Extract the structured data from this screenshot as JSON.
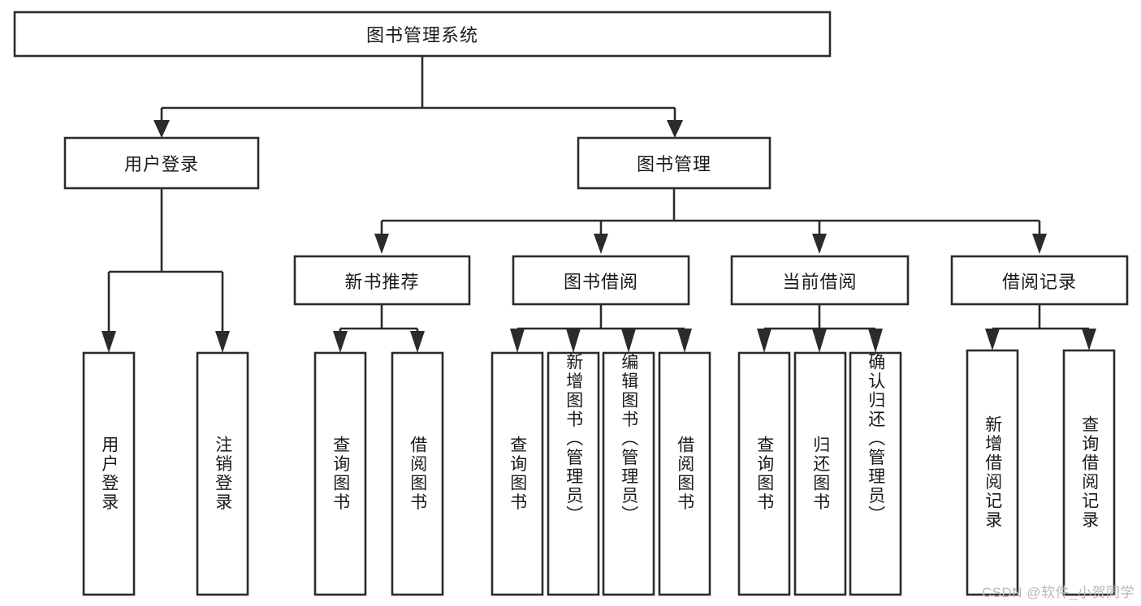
{
  "diagram": {
    "type": "tree-hierarchy",
    "title": "图书管理系统",
    "orientation": "top-down",
    "watermark": "CSDN @软件_小贺同学",
    "colors": {
      "stroke": "#2b2b2b",
      "fill": "#ffffff",
      "text": "#1a1a1a",
      "watermark": "#b8b8b8"
    },
    "levels": [
      {
        "level": 1,
        "nodes": [
          {
            "id": "root",
            "label": "图书管理系统",
            "text_orientation": "horizontal"
          }
        ]
      },
      {
        "level": 2,
        "nodes": [
          {
            "id": "login",
            "label": "用户登录",
            "text_orientation": "horizontal",
            "parent": "root"
          },
          {
            "id": "bookmgmt",
            "label": "图书管理",
            "text_orientation": "horizontal",
            "parent": "root"
          }
        ]
      },
      {
        "level": 3,
        "nodes": [
          {
            "id": "newbook",
            "label": "新书推荐",
            "text_orientation": "horizontal",
            "parent": "bookmgmt"
          },
          {
            "id": "borrow",
            "label": "图书借阅",
            "text_orientation": "horizontal",
            "parent": "bookmgmt"
          },
          {
            "id": "current",
            "label": "当前借阅",
            "text_orientation": "horizontal",
            "parent": "bookmgmt"
          },
          {
            "id": "records",
            "label": "借阅记录",
            "text_orientation": "horizontal",
            "parent": "bookmgmt"
          }
        ]
      },
      {
        "level": 4,
        "nodes": [
          {
            "id": "leaf-1",
            "label": "用户登录",
            "text_orientation": "vertical",
            "parent": "login"
          },
          {
            "id": "leaf-2",
            "label": "注销登录",
            "text_orientation": "vertical",
            "parent": "login"
          },
          {
            "id": "leaf-3",
            "label": "查询图书",
            "text_orientation": "vertical",
            "parent": "newbook"
          },
          {
            "id": "leaf-4",
            "label": "借阅图书",
            "text_orientation": "vertical",
            "parent": "newbook"
          },
          {
            "id": "leaf-5",
            "label": "查询图书",
            "text_orientation": "vertical",
            "parent": "borrow"
          },
          {
            "id": "leaf-6",
            "label": "新增图书（管理员）",
            "text_orientation": "vertical",
            "parent": "borrow"
          },
          {
            "id": "leaf-7",
            "label": "编辑图书（管理员）",
            "text_orientation": "vertical",
            "parent": "borrow"
          },
          {
            "id": "leaf-8",
            "label": "借阅图书",
            "text_orientation": "vertical",
            "parent": "borrow"
          },
          {
            "id": "leaf-9",
            "label": "查询图书",
            "text_orientation": "vertical",
            "parent": "current"
          },
          {
            "id": "leaf-10",
            "label": "归还图书",
            "text_orientation": "vertical",
            "parent": "current"
          },
          {
            "id": "leaf-11",
            "label": "确认归还（管理员）",
            "text_orientation": "vertical",
            "parent": "current"
          },
          {
            "id": "leaf-12",
            "label": "新增借阅记录",
            "text_orientation": "vertical",
            "parent": "records"
          },
          {
            "id": "leaf-13",
            "label": "查询借阅记录",
            "text_orientation": "vertical",
            "parent": "records"
          }
        ]
      }
    ]
  }
}
